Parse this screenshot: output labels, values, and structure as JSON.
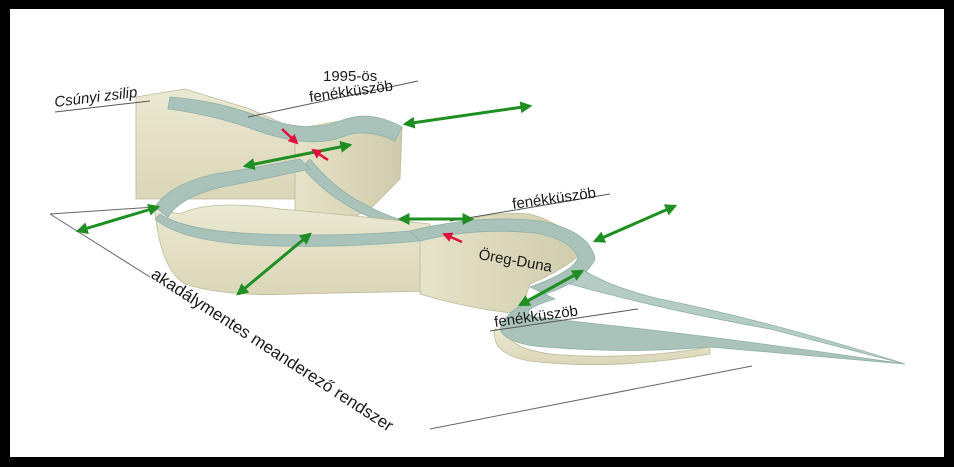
{
  "labels": {
    "csunyi": "Csúnyi zsilip",
    "threshold_1995_line1": "1995-ös",
    "threshold_1995_line2": "fenékküszöb",
    "threshold_mid": "fenékküszöb",
    "oreg_duna": "Öreg-Duna",
    "threshold_low": "fenékküszöb",
    "system": "akadálymentes meanderező rendszer"
  },
  "colors": {
    "background": "#000000",
    "canvas": "#ffffff",
    "wall_light": "#e8e6cf",
    "wall_side": "#dcd9bd",
    "water_top": "#a9c3bb",
    "water_edge": "#8fb0a6",
    "arrow_green": "#1f8f23",
    "arrow_red": "#e0103a",
    "leader_line": "#555555"
  },
  "icons": [
    "double-arrow-icon",
    "flow-arrow-icon"
  ]
}
